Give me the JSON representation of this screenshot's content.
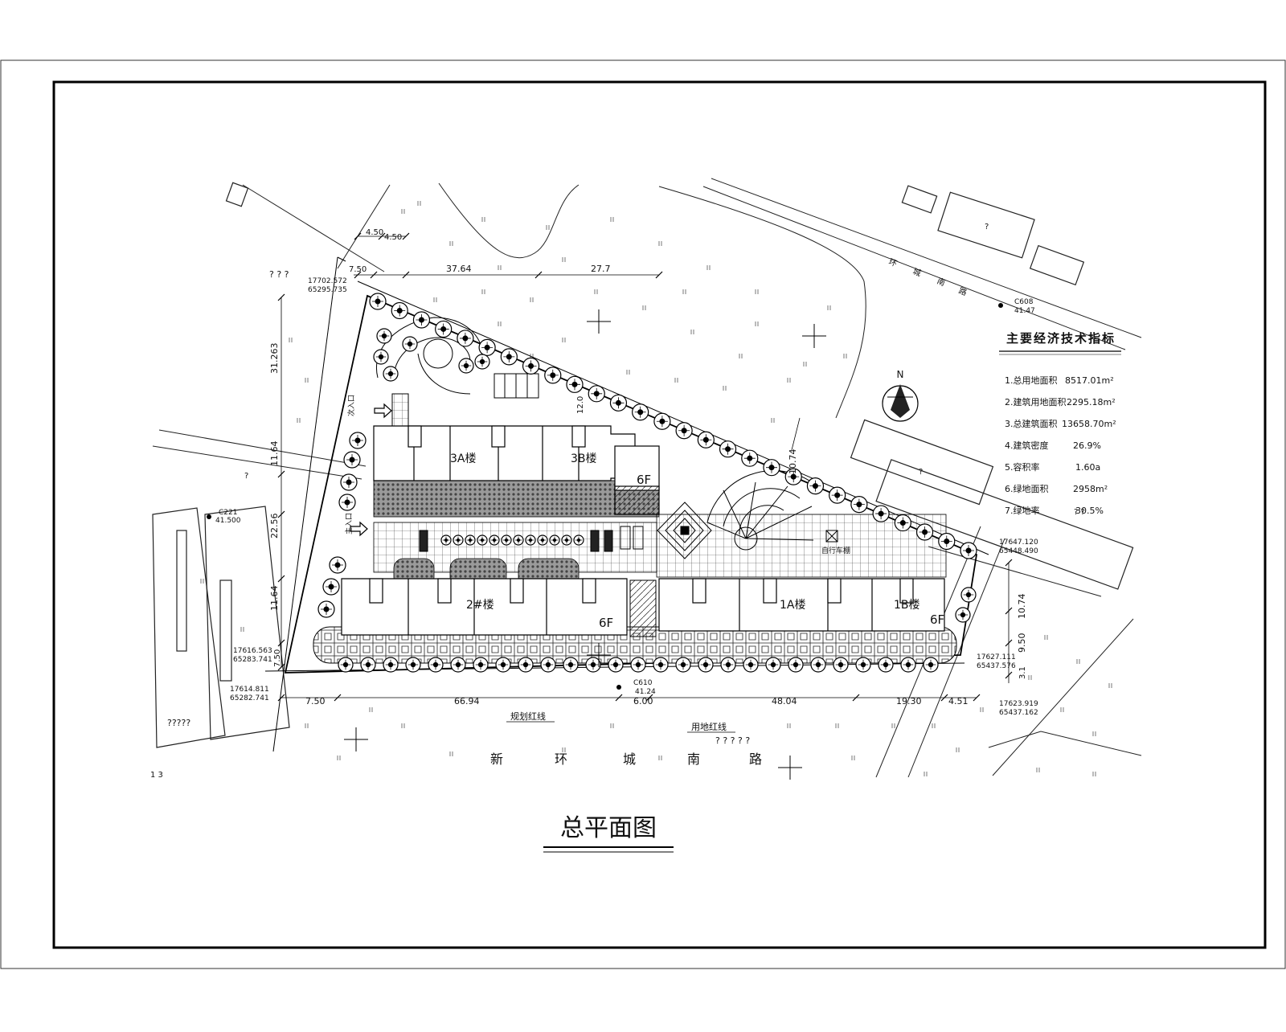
{
  "drawing": {
    "title": "总平面图",
    "north_label": "N",
    "road_main": [
      "新",
      "环",
      "城",
      "南",
      "路"
    ],
    "road_side": [
      "环",
      "城",
      "南",
      "路"
    ],
    "question_marks": "? ? ? ? ?",
    "corner_marks": "? ? ?",
    "side_marks": "?????",
    "mark_single": "?",
    "mark_double": "? ?",
    "mark_3": "1 3",
    "planning_red_line": "规划红线",
    "land_red_line": "用地红线",
    "main_entrance": "主入口",
    "sub_entrance": "次入口",
    "bike_shed": "自行车棚"
  },
  "buildings": [
    {
      "id": "3a",
      "label": "3A楼"
    },
    {
      "id": "3b",
      "label": "3B楼"
    },
    {
      "id": "2",
      "label": "2#楼"
    },
    {
      "id": "1a",
      "label": "1A楼"
    },
    {
      "id": "1b",
      "label": "1B楼"
    },
    {
      "id": "f6a",
      "label": "6F"
    },
    {
      "id": "f6b",
      "label": "6F"
    },
    {
      "id": "f6c",
      "label": "6F"
    }
  ],
  "dimensions": {
    "top": [
      "4.50",
      "4.50",
      "7.50",
      "37.64",
      "27.7"
    ],
    "bottom": [
      "7.50",
      "66.94",
      "6.00",
      "48.04",
      "19.30",
      "4.51"
    ],
    "left": [
      "31.263",
      "11.64",
      "22.56",
      "11.64",
      "7.50"
    ],
    "right": [
      "10.74",
      "9.50",
      "3.1",
      "10.74",
      "12.0"
    ]
  },
  "coordinates": [
    {
      "x": "17702.572",
      "y": "65295.735"
    },
    {
      "x": "17616.563",
      "y": "65283.741"
    },
    {
      "x": "17614.811",
      "y": "65282.741"
    },
    {
      "x": "17647.120",
      "y": "65448.490"
    },
    {
      "x": "17627.111",
      "y": "65437.576"
    },
    {
      "x": "17623.919",
      "y": "65437.162"
    }
  ],
  "benchmarks": [
    {
      "id": "C221",
      "elev": "41.500"
    },
    {
      "id": "C610",
      "elev": "41.24"
    },
    {
      "id": "C608",
      "elev": "41.47"
    }
  ],
  "indicators": {
    "title": "主要经济技术指标",
    "items": [
      {
        "label": "1.总用地面积",
        "value": "8517.01m²"
      },
      {
        "label": "2.建筑用地面积",
        "value": "2295.18m²"
      },
      {
        "label": "3.总建筑面积",
        "value": "13658.70m²"
      },
      {
        "label": "4.建筑密度",
        "value": "26.9%"
      },
      {
        "label": "5.容积率",
        "value": "1.60a"
      },
      {
        "label": "6.绿地面积",
        "value": "2958m²"
      },
      {
        "label": "7.绿地率",
        "value": "30.5%"
      }
    ]
  }
}
